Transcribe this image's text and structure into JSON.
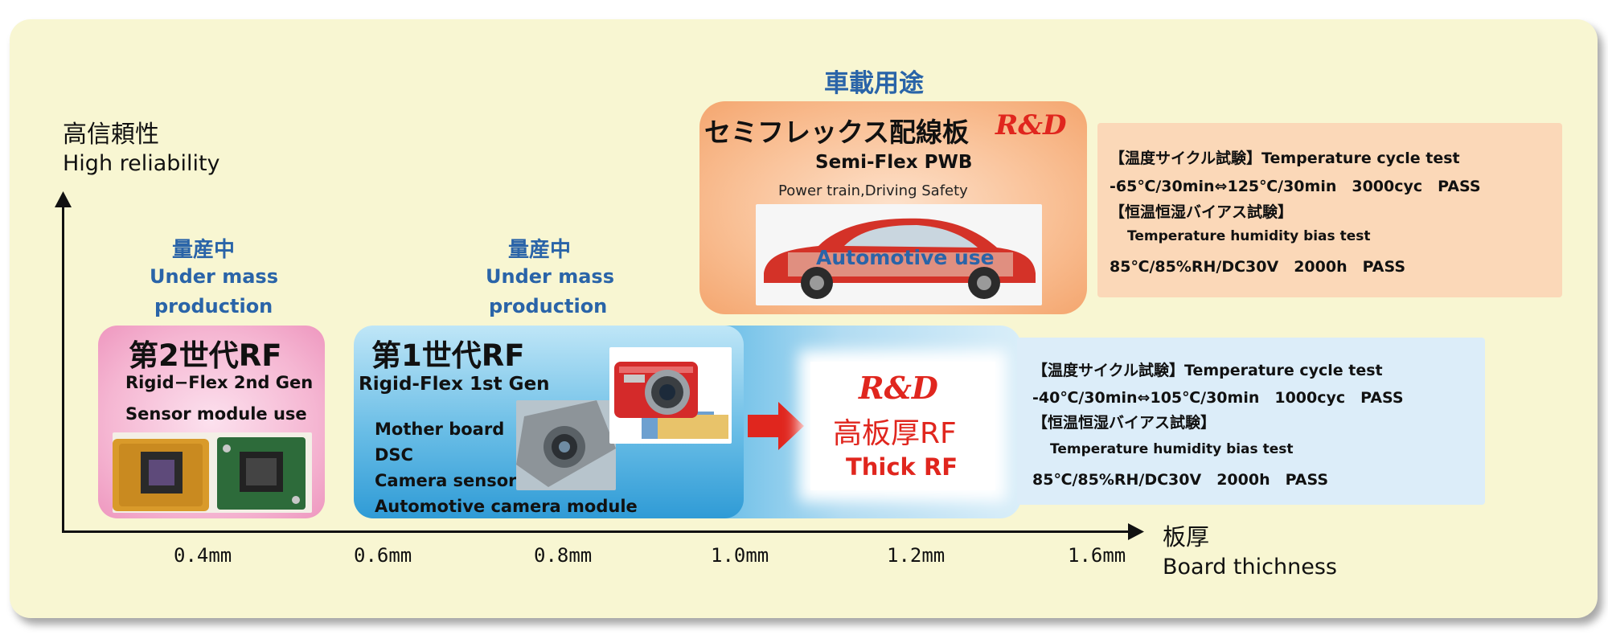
{
  "y_axis": {
    "label_ja": "高信頼性",
    "label_en": "High reliability"
  },
  "x_axis": {
    "label_ja": "板厚",
    "label_en": "Board thichness",
    "ticks": [
      "0.4mm",
      "0.6mm",
      "0.8mm",
      "1.0mm",
      "1.2mm",
      "1.6mm"
    ]
  },
  "mass_prod_left": {
    "ja": "量産中",
    "en_1": "Under mass",
    "en_2": "production"
  },
  "mass_prod_mid": {
    "ja": "量産中",
    "en_1": "Under mass",
    "en_2": "production"
  },
  "automotive_header": "車載用途",
  "gen2": {
    "title": "第2世代RF",
    "subtitle": "Rigid−Flex 2nd Gen",
    "use": "Sensor module use"
  },
  "gen1": {
    "title": "第1世代RF",
    "subtitle": "Rigid-Flex 1st Gen",
    "apps": [
      "Mother board",
      "DSC",
      "Camera sensor",
      "Automotive camera module"
    ]
  },
  "thick_rf": {
    "rd": "R&D",
    "ja": "高板厚RF",
    "en": "Thick RF"
  },
  "semiflex": {
    "title_ja": "セミフレックス配線板",
    "title_rd": "R&D",
    "title_en": "Semi-Flex PWB",
    "subtitle": "Power train,Driving Safety",
    "photo_label": "Automotive use"
  },
  "spec_semiflex": {
    "lines": [
      "【温度サイクル試験】Temperature cycle test",
      "-65℃/30min⇔125℃/30min　3000cyc　PASS",
      "【恒温恒湿バイアス試験】",
      "Temperature humidity bias test",
      "85℃/85%RH/DC30V　2000h　PASS"
    ]
  },
  "spec_thick": {
    "lines": [
      "【温度サイクル試験】Temperature cycle test",
      "-40℃/30min⇔105℃/30min　1000cyc　PASS",
      "【恒温恒湿バイアス試験】",
      "Temperature humidity bias test",
      "85℃/85%RH/DC30V　2000h　PASS"
    ]
  },
  "colors": {
    "panel": "#f8f6d2",
    "accent_blue": "#2a64a8",
    "rd_red": "#e0261e",
    "gen2_pink": "#f5b6d2",
    "gen1_blue": "#3a9fd8",
    "semiflex_orange": "#f6b07c"
  },
  "icons": [
    "camera-photo",
    "car-photo",
    "sensor-board-photo",
    "camera-module-photo",
    "right-arrow-icon"
  ]
}
